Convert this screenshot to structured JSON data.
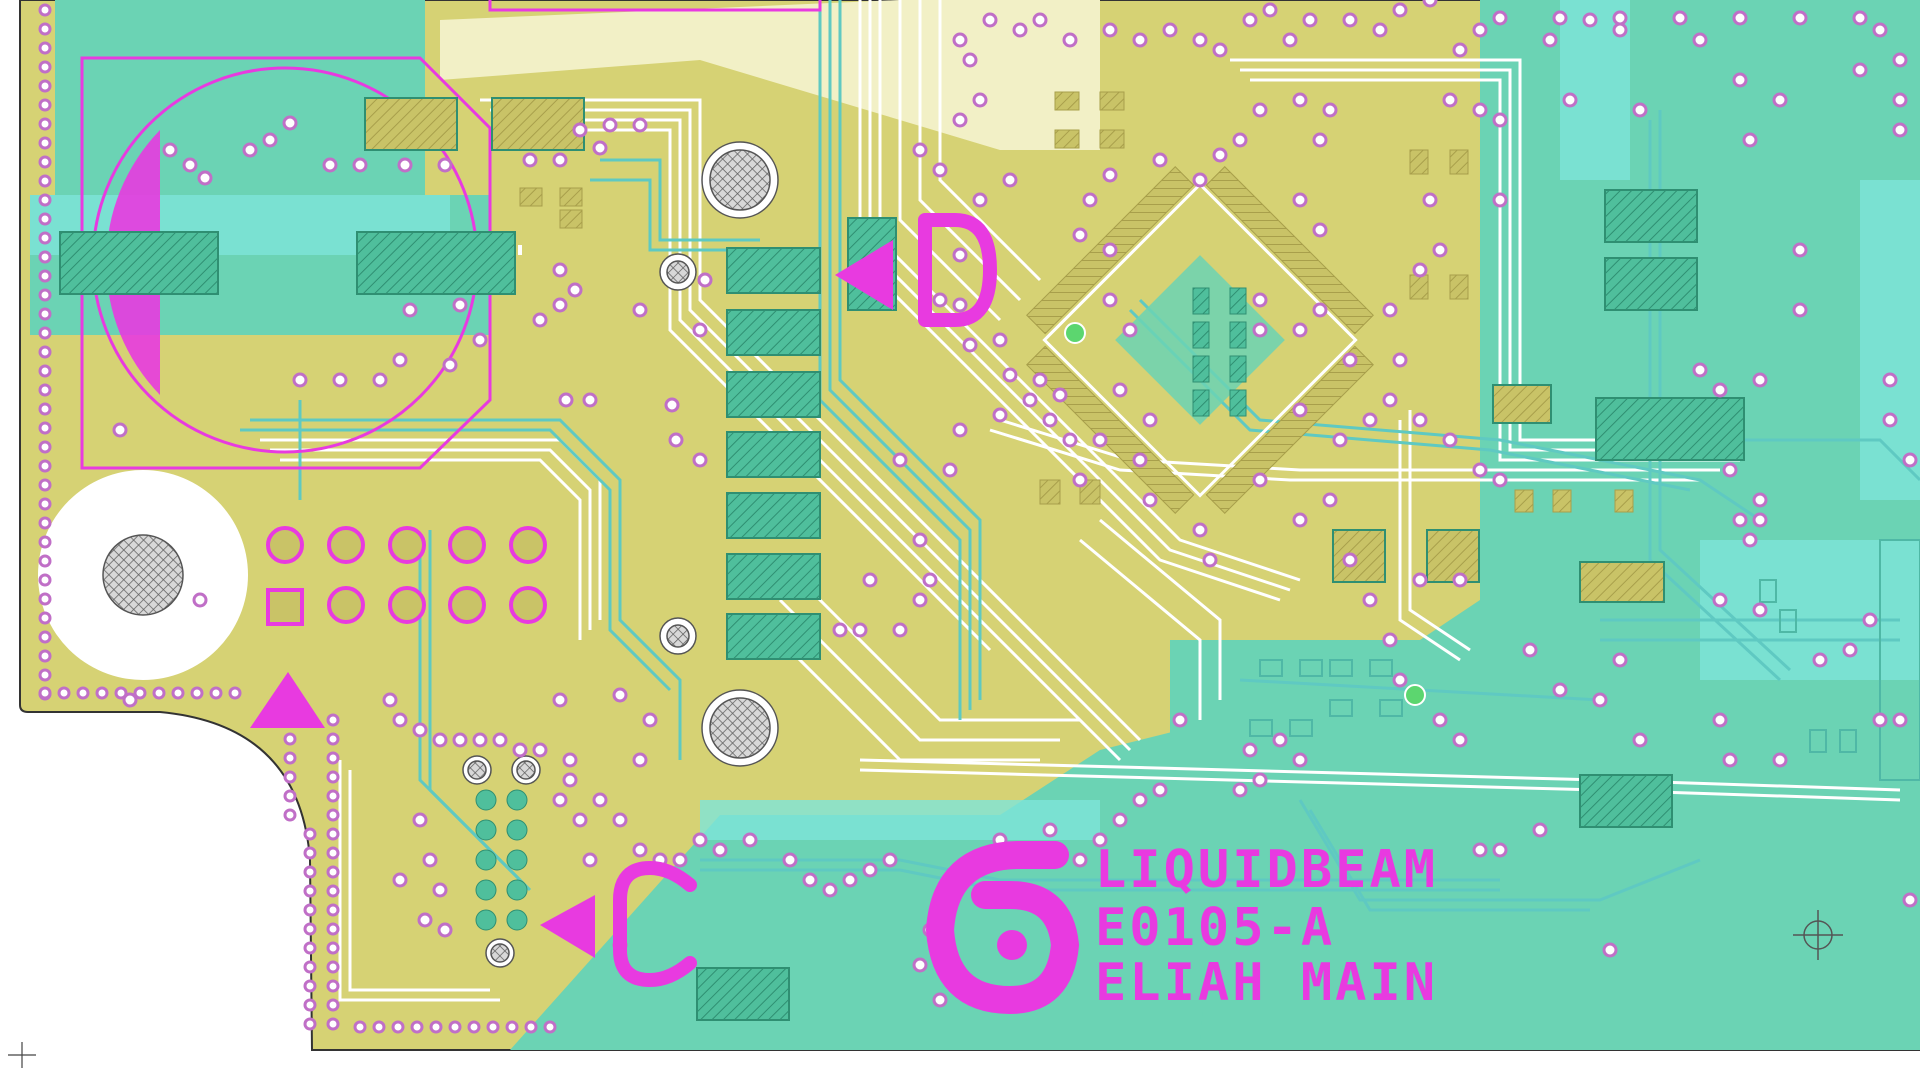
{
  "board": {
    "copper_top": "#d6d274",
    "copper_bottom": "#6bd3b4",
    "trace_top": "#ffffff",
    "trace_bottom": "#6dd4c7",
    "silkscreen": "#e83ae0",
    "via_ring": "#c06fc7",
    "pad_hatch": "#3fae8e",
    "hole": "#7b7b7b"
  },
  "markers": {
    "d_label": "D",
    "c_label": "C"
  },
  "logo": {
    "glyph": "6",
    "line1": "LIQUIDBEAM",
    "line2": "E0105-A",
    "line3": "ELIAH MAIN"
  }
}
